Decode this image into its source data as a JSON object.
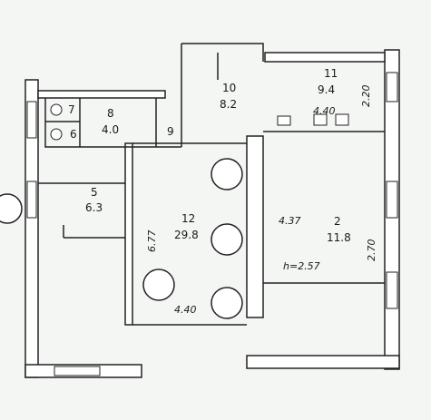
{
  "plan": {
    "rooms": [
      {
        "number": "11",
        "area": "9.4"
      },
      {
        "number": "10",
        "area": "8.2"
      },
      {
        "number": "8",
        "area": "4.0"
      },
      {
        "number": "7",
        "area": ""
      },
      {
        "number": "6",
        "area": ""
      },
      {
        "number": "9",
        "area": ""
      },
      {
        "number": "5",
        "area": "6.3"
      },
      {
        "number": "12",
        "area": "29.8"
      },
      {
        "number": "2",
        "area": "11.8"
      }
    ],
    "dimensions": {
      "room11_width": "4.40",
      "room11_depth": "2.20",
      "room2_width": "4.37",
      "room2_depth": "2.70",
      "room12_depth": "6.77",
      "room12_width": "4.40",
      "ceiling_height": "h=2.57"
    }
  }
}
